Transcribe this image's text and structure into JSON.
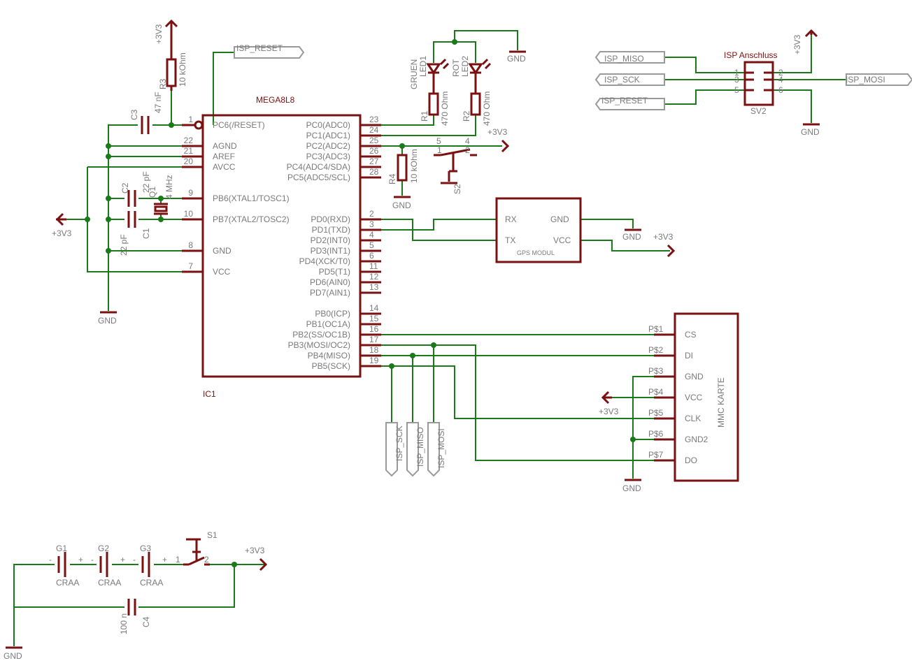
{
  "ic1": {
    "name": "IC1",
    "value": "MEGA8L8",
    "left_pins": [
      {
        "num": "1",
        "name": "PC6(/RESET)"
      },
      {
        "num": "22",
        "name": "AGND"
      },
      {
        "num": "21",
        "name": "AREF"
      },
      {
        "num": "20",
        "name": "AVCC"
      },
      {
        "num": "9",
        "name": "PB6(XTAL1/TOSC1)"
      },
      {
        "num": "10",
        "name": "PB7(XTAL2/TOSC2)"
      },
      {
        "num": "8",
        "name": "GND"
      },
      {
        "num": "7",
        "name": "VCC"
      }
    ],
    "right_pins": [
      {
        "num": "23",
        "name": "PC0(ADC0)"
      },
      {
        "num": "24",
        "name": "PC1(ADC1)"
      },
      {
        "num": "25",
        "name": "PC2(ADC2)"
      },
      {
        "num": "26",
        "name": "PC3(ADC3)"
      },
      {
        "num": "27",
        "name": "PC4(ADC4/SDA)"
      },
      {
        "num": "28",
        "name": "PC5(ADC5/SCL)"
      },
      {
        "num": "2",
        "name": "PD0(RXD)"
      },
      {
        "num": "3",
        "name": "PD1(TXD)"
      },
      {
        "num": "4",
        "name": "PD2(INT0)"
      },
      {
        "num": "5",
        "name": "PD3(INT1)"
      },
      {
        "num": "6",
        "name": "PD4(XCK/T0)"
      },
      {
        "num": "11",
        "name": "PD5(T1)"
      },
      {
        "num": "12",
        "name": "PD6(AIN0)"
      },
      {
        "num": "13",
        "name": "PD7(AIN1)"
      },
      {
        "num": "14",
        "name": "PB0(ICP)"
      },
      {
        "num": "15",
        "name": "PB1(OC1A)"
      },
      {
        "num": "16",
        "name": "PB2(SS/OC1B)"
      },
      {
        "num": "17",
        "name": "PB3(MOSI/OC2)"
      },
      {
        "num": "18",
        "name": "PB4(MISO)"
      },
      {
        "num": "19",
        "name": "PB5(SCK)"
      }
    ]
  },
  "gps": {
    "title": "GPS MODUL",
    "pins": [
      "RX",
      "TX",
      "GND",
      "VCC"
    ]
  },
  "mmc": {
    "title": "MMC KARTE",
    "pins": [
      {
        "pad": "P$1",
        "name": "CS"
      },
      {
        "pad": "P$2",
        "name": "DI"
      },
      {
        "pad": "P$3",
        "name": "GND"
      },
      {
        "pad": "P$4",
        "name": "VCC"
      },
      {
        "pad": "P$5",
        "name": "CLK"
      },
      {
        "pad": "P$6",
        "name": "GND2"
      },
      {
        "pad": "P$7",
        "name": "DO"
      }
    ]
  },
  "isp": {
    "title": "ISP Anschluss",
    "name": "SV2",
    "pin_nums": [
      "1",
      "2",
      "3",
      "4",
      "5",
      "6"
    ],
    "labels": {
      "miso": "ISP_MISO",
      "sck": "ISP_SCK",
      "reset": "ISP_RESET",
      "mosi": "ISP_MOSI"
    }
  },
  "net_labels": {
    "isp_reset_top": "ISP_RESET",
    "isp_sck": "ISP_SCK",
    "isp_miso": "ISP_MISO",
    "isp_mosi": "ISP_MOSI"
  },
  "supply": {
    "v33": "+3V3",
    "gnd": "GND"
  },
  "parts": {
    "r3": {
      "name": "R3",
      "value": "10 kOhm"
    },
    "r4": {
      "name": "R4",
      "value": "10 kOhm"
    },
    "r1": {
      "name": "R1",
      "value": "470 Ohm"
    },
    "r2": {
      "name": "R2",
      "value": "470 Ohm"
    },
    "led1": {
      "name": "LED1",
      "value": "GRUEN"
    },
    "led2": {
      "name": "LED2",
      "value": "ROT"
    },
    "c1": {
      "name": "C1",
      "value": "22 pF"
    },
    "c2": {
      "name": "C2",
      "value": "22 pF"
    },
    "c3": {
      "name": "C3",
      "value": "47 nF"
    },
    "c4": {
      "name": "C4",
      "value": "100 n"
    },
    "q1": {
      "name": "Q1",
      "value": "4 MHz"
    },
    "s1": {
      "name": "S1"
    },
    "s2": {
      "name": "S2"
    },
    "s2_pins": [
      "1",
      "2",
      "5",
      "4"
    ],
    "s1_pins": [
      "1",
      "2"
    ],
    "g1": {
      "name": "G1",
      "value": "CRAA"
    },
    "g2": {
      "name": "G2",
      "value": "CRAA"
    },
    "g3": {
      "name": "G3",
      "value": "CRAA"
    },
    "polarity": {
      "minus": "-",
      "plus": "+"
    }
  }
}
